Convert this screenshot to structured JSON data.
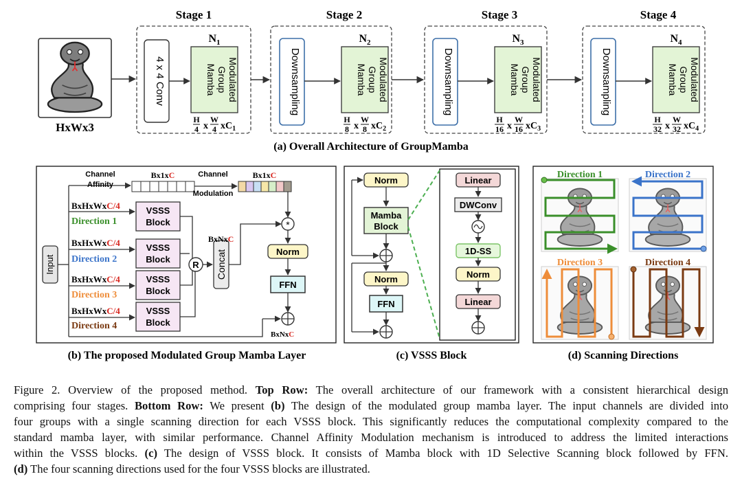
{
  "top_row": {
    "input_label": "HxWx3",
    "stages": [
      {
        "title": "Stage 1",
        "first_block": "4 x 4 Conv",
        "n_label": "N",
        "n_sub": "1",
        "block": [
          "Modulated",
          "Group",
          "Mamba"
        ],
        "h_div": "4",
        "w_div": "4",
        "channel": "C",
        "channel_sub": "1"
      },
      {
        "title": "Stage 2",
        "first_block": "Downsampling",
        "n_label": "N",
        "n_sub": "2",
        "block": [
          "Modulated",
          "Group",
          "Mamba"
        ],
        "h_div": "8",
        "w_div": "8",
        "channel": "C",
        "channel_sub": "2"
      },
      {
        "title": "Stage 3",
        "first_block": "Downsampling",
        "n_label": "N",
        "n_sub": "3",
        "block": [
          "Modulated",
          "Group",
          "Mamba"
        ],
        "h_div": "16",
        "w_div": "16",
        "channel": "C",
        "channel_sub": "3"
      },
      {
        "title": "Stage 4",
        "first_block": "Downsampling",
        "n_label": "N",
        "n_sub": "4",
        "block": [
          "Modulated",
          "Group",
          "Mamba"
        ],
        "h_div": "32",
        "w_div": "32",
        "channel": "C",
        "channel_sub": "4"
      }
    ],
    "caption": "(a) Overall Architecture of GroupMamba"
  },
  "panel_b": {
    "input": "Input",
    "channel_affinity": [
      "Channel",
      "Affinity"
    ],
    "channel_modulation": [
      "Channel",
      "Modulation"
    ],
    "shape_bx1xc": "Bx1x",
    "c_red": "C",
    "branches": [
      {
        "shape": "BxHxWx",
        "shape_red": "C/4",
        "direction": "Direction 1",
        "block": [
          "VSSS",
          "Block"
        ]
      },
      {
        "shape": "BxHxWx",
        "shape_red": "C/4",
        "direction": "Direction 2",
        "block": [
          "VSSS",
          "Block"
        ]
      },
      {
        "shape": "BxHxWx",
        "shape_red": "C/4",
        "direction": "Direction 3",
        "block": [
          "VSSS",
          "Block"
        ]
      },
      {
        "shape": "BxHxWx",
        "shape_red": "C/4",
        "direction": "Direction 4",
        "block": [
          "VSSS",
          "Block"
        ]
      }
    ],
    "r_symbol": "R",
    "concat": "Concat",
    "shape_bxnxc": "BxNx",
    "mult_symbol": "*",
    "norm": "Norm",
    "ffn": "FFN",
    "caption": "(b) The proposed Modulated Group Mamba Layer"
  },
  "panel_c": {
    "norm1": "Norm",
    "mamba_block": [
      "Mamba",
      "Block"
    ],
    "norm2": "Norm",
    "ffn": "FFN",
    "detail": [
      "Linear",
      "DWConv",
      "1D-SS",
      "Norm",
      "Linear"
    ],
    "caption": "(c) VSSS Block"
  },
  "panel_d": {
    "directions": [
      "Direction 1",
      "Direction 2",
      "Direction 3",
      "Direction 4"
    ],
    "caption": "(d) Scanning Directions"
  },
  "figure_caption": {
    "lines": [
      [
        {
          "t": "Figure 2.  Overview of the proposed method. "
        },
        {
          "t": "Top Row:",
          "b": true
        },
        {
          "t": " The overall architecture of our framework with a consistent hierarchical design"
        }
      ],
      [
        {
          "t": "comprising four stages. "
        },
        {
          "t": "Bottom Row:",
          "b": true
        },
        {
          "t": " We present "
        },
        {
          "t": "(b)",
          "b": true
        },
        {
          "t": " The design of the modulated group mamba layer. The input channels are divided into"
        }
      ],
      [
        {
          "t": "four groups with a single scanning direction for each VSSS block. This significantly reduces the computational complexity compared to the"
        }
      ],
      [
        {
          "t": "standard mamba layer, with similar performance. Channel Affinity Modulation mechanism is introduced to address the limited interactions"
        }
      ],
      [
        {
          "t": "within the VSSS blocks. "
        },
        {
          "t": "(c)",
          "b": true
        },
        {
          "t": " The design of VSSS block. It consists of Mamba block with 1D Selective Scanning block followed by FFN."
        }
      ],
      [
        {
          "t": "(d)",
          "b": true
        },
        {
          "t": " The four scanning directions used for the four VSSS blocks are illustrated."
        }
      ]
    ]
  },
  "colors": {
    "mamba_green": "#e3f4d6",
    "down_blue": "#3d6fa8",
    "vsss_pink": "#f6e6f4",
    "norm_yellow": "#fdf6c8",
    "ffn_cyan": "#ddf6f7",
    "linear_red": "#f4d8d8",
    "red_text": "#d7261e",
    "dir1": "#3a8f2a",
    "dir2": "#3a73c9",
    "dir3": "#ee8d3a",
    "dir4": "#7a3a12"
  }
}
